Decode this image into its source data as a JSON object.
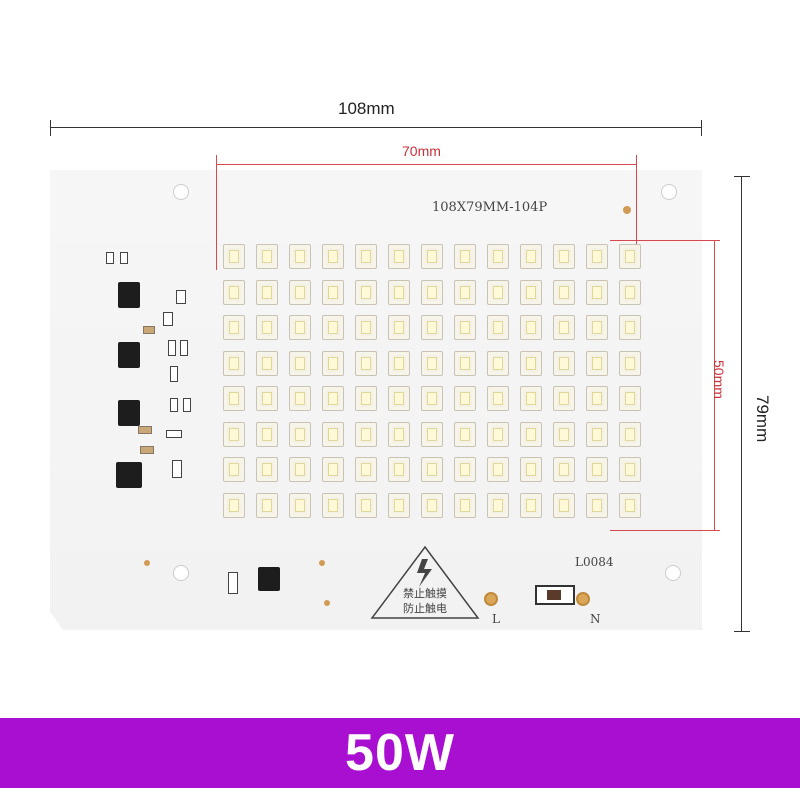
{
  "dimensions": {
    "width_label": "108mm",
    "height_label": "79mm",
    "led_width_label": "70mm",
    "led_height_label": "50mm"
  },
  "board": {
    "model_text": "108X79MM-104P",
    "code_text": "L0084",
    "warning_line1": "禁止触摸",
    "warning_line2": "防止触电",
    "terminal_l": "L",
    "terminal_n": "N"
  },
  "power": {
    "label": "50W"
  },
  "colors": {
    "banner": "#a80fd0",
    "dimension_red": "#d8484f"
  }
}
